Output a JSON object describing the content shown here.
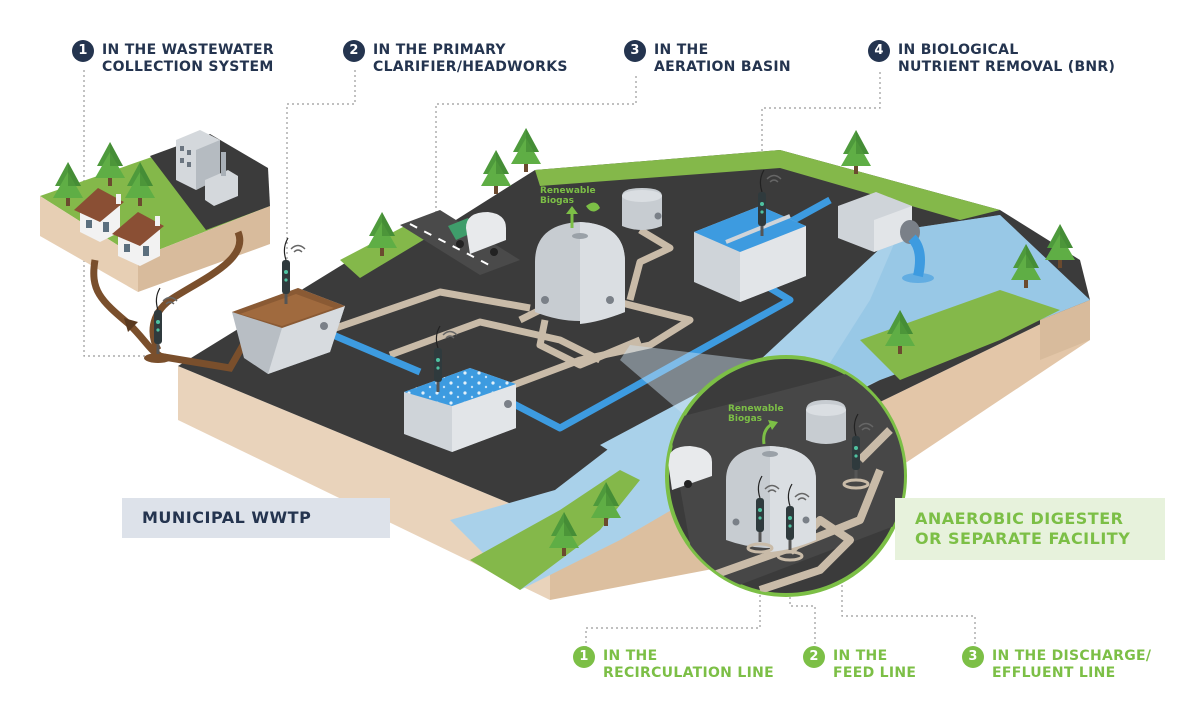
{
  "callouts_top": [
    {
      "num": "1",
      "line1": "IN THE WASTEWATER",
      "line2": "COLLECTION SYSTEM"
    },
    {
      "num": "2",
      "line1": "IN THE PRIMARY",
      "line2": "CLARIFIER/HEADWORKS"
    },
    {
      "num": "3",
      "line1": "IN THE",
      "line2": "AERATION BASIN"
    },
    {
      "num": "4",
      "line1": "IN BIOLOGICAL",
      "line2": "NUTRIENT REMOVAL (BNR)"
    }
  ],
  "callouts_bottom": [
    {
      "num": "1",
      "line1": "IN THE",
      "line2": "RECIRCULATION LINE"
    },
    {
      "num": "2",
      "line1": "IN THE",
      "line2": "FEED LINE"
    },
    {
      "num": "3",
      "line1": "IN THE DISCHARGE/",
      "line2": "EFFLUENT LINE"
    }
  ],
  "banners": {
    "municipal": "MUNICIPAL WWTP",
    "anaerobic_line1": "ANAEROBIC DIGESTER",
    "anaerobic_line2": "OR SEPARATE FACILITY"
  },
  "biogas_labels": {
    "main_line1": "Renewable",
    "main_line2": "Biogas",
    "inset_line1": "Renewable",
    "inset_line2": "Biogas"
  },
  "colors": {
    "navy": "#24344f",
    "green_accent": "#7cbf46",
    "water_blue": "#3d9be0",
    "asphalt": "#3b3b3b",
    "grass": "#84b84a",
    "soil": "#e9d3bb",
    "pipe_brown": "#7a4f2c",
    "pipe_beige": "#c9bba8"
  },
  "icons": [
    "house-icon",
    "factory-icon",
    "tree-icon",
    "sensor-icon",
    "tank-icon",
    "truck-icon",
    "leaf-icon",
    "wifi-icon"
  ]
}
